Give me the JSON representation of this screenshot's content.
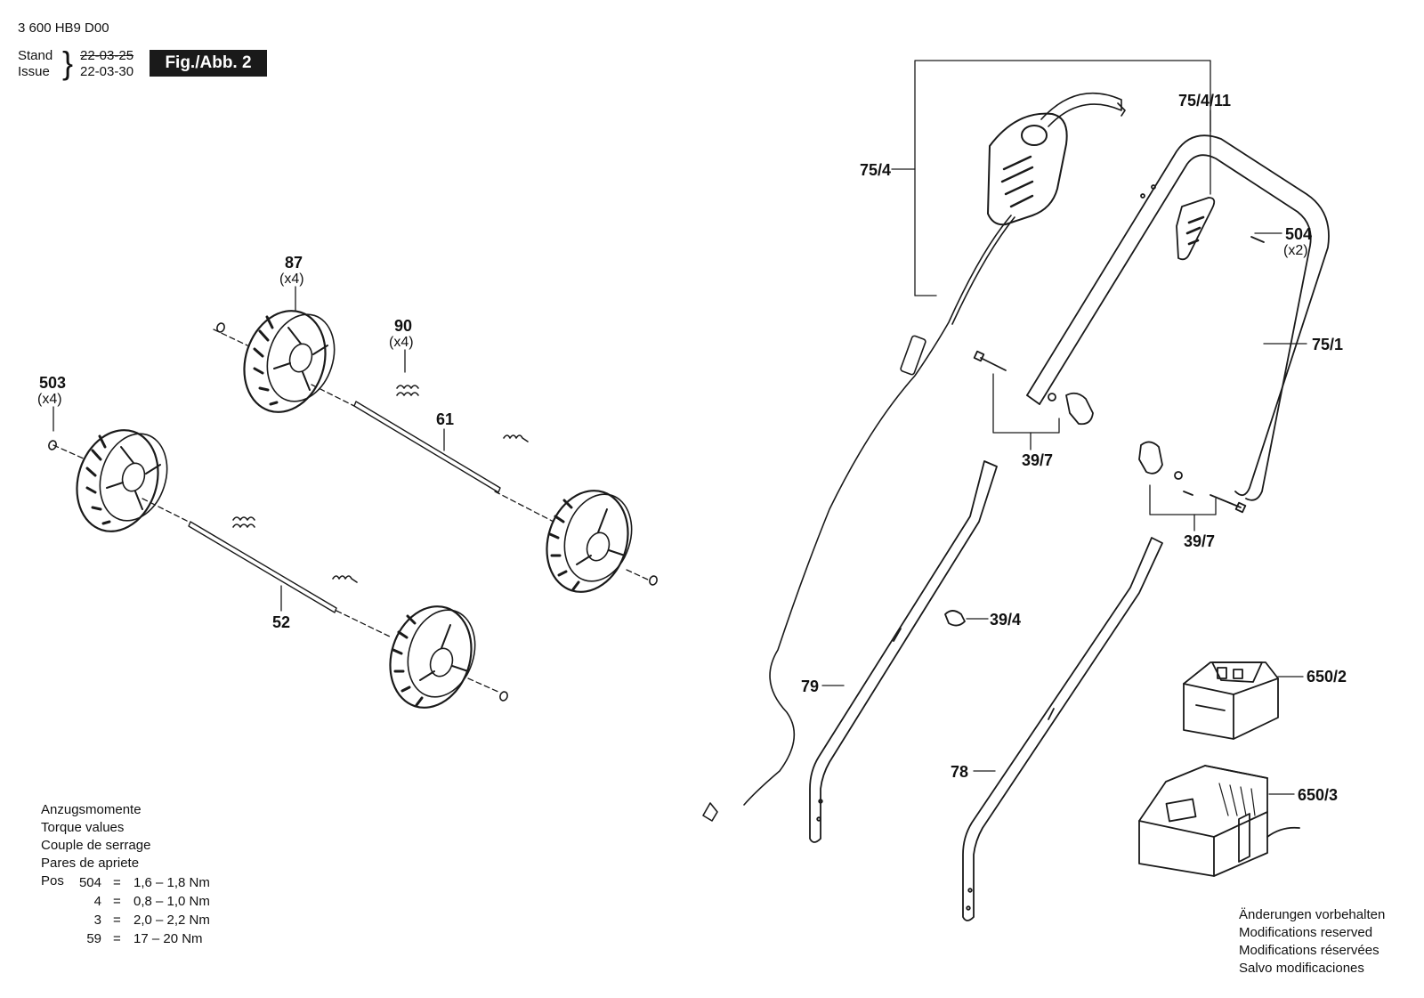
{
  "header": {
    "document_number": "3 600 HB9 D00",
    "stand_label": "Stand",
    "issue_label": "Issue",
    "stand_date": "22-03-25",
    "issue_date": "22-03-30",
    "figure_label": "Fig./Abb. 2"
  },
  "parts": {
    "p75_4": "75/4",
    "p75_4_11": "75/4/11",
    "p504": "504",
    "p504_qty": "(x2)",
    "p75_1": "75/1",
    "p87": "87",
    "p87_qty": "(x4)",
    "p90": "90",
    "p90_qty": "(x4)",
    "p503": "503",
    "p503_qty": "(x4)",
    "p61": "61",
    "p52": "52",
    "p39_7_a": "39/7",
    "p39_7_b": "39/7",
    "p39_4": "39/4",
    "p79": "79",
    "p78": "78",
    "p650_2": "650/2",
    "p650_3": "650/3"
  },
  "torque": {
    "title_de": "Anzugsmomente",
    "title_en": "Torque values",
    "title_fr": "Couple de serrage",
    "title_es": "Pares de apriete",
    "pos_label": "Pos",
    "rows": [
      {
        "pos": "504",
        "eq": "=",
        "value": "1,6 – 1,8 Nm"
      },
      {
        "pos": "4",
        "eq": "=",
        "value": "0,8 – 1,0 Nm"
      },
      {
        "pos": "3",
        "eq": "=",
        "value": "2,0 – 2,2 Nm"
      },
      {
        "pos": "59",
        "eq": "=",
        "value": "17 – 20 Nm"
      }
    ]
  },
  "notice": {
    "de": "Änderungen vorbehalten",
    "en": "Modifications reserved",
    "fr": "Modifications réservées",
    "es": "Salvo modificaciones"
  }
}
